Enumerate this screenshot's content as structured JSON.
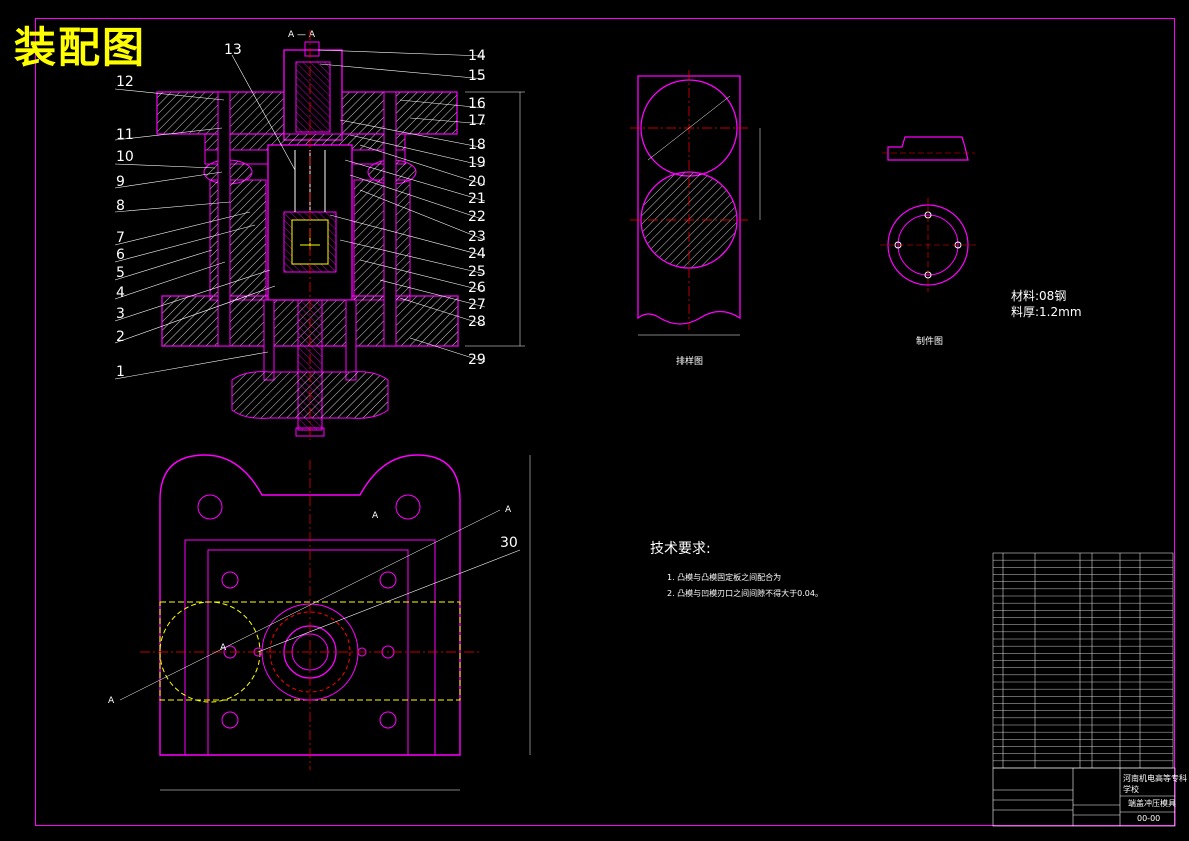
{
  "title": "装配图",
  "section_label": "A — A",
  "section_marks": [
    "A",
    "A",
    "A",
    "A"
  ],
  "part_numbers_left": [
    "12",
    "11",
    "10",
    "9",
    "8",
    "7",
    "6",
    "5",
    "4",
    "3",
    "2",
    "1"
  ],
  "part_number_13": "13",
  "part_numbers_right": [
    "14",
    "15",
    "16",
    "17",
    "18",
    "19",
    "20",
    "21",
    "22",
    "23",
    "24",
    "25",
    "26",
    "27",
    "28",
    "29"
  ],
  "part_number_30": "30",
  "views": {
    "layout_caption": "排样图",
    "workpiece_caption": "制件图"
  },
  "material": {
    "material_line": "材料:08钢",
    "thickness_line": "料厚:1.2mm"
  },
  "tech_requirements": {
    "heading": "技术要求:",
    "items": [
      "1. 凸模与凸模固定板之间配合为",
      "2. 凸模与凹模刃口之间间隙不得大于0.04。"
    ]
  },
  "title_block": {
    "school": "河南机电高等专科学校",
    "drawing_name": "端盖冲压模具",
    "drawing_no": "00-00"
  },
  "colors": {
    "background": "#000000",
    "outline": "#ff00ff",
    "centerline": "#ff0000",
    "title": "#ffff00",
    "strip": "#ffff00",
    "text": "#ffffff"
  }
}
